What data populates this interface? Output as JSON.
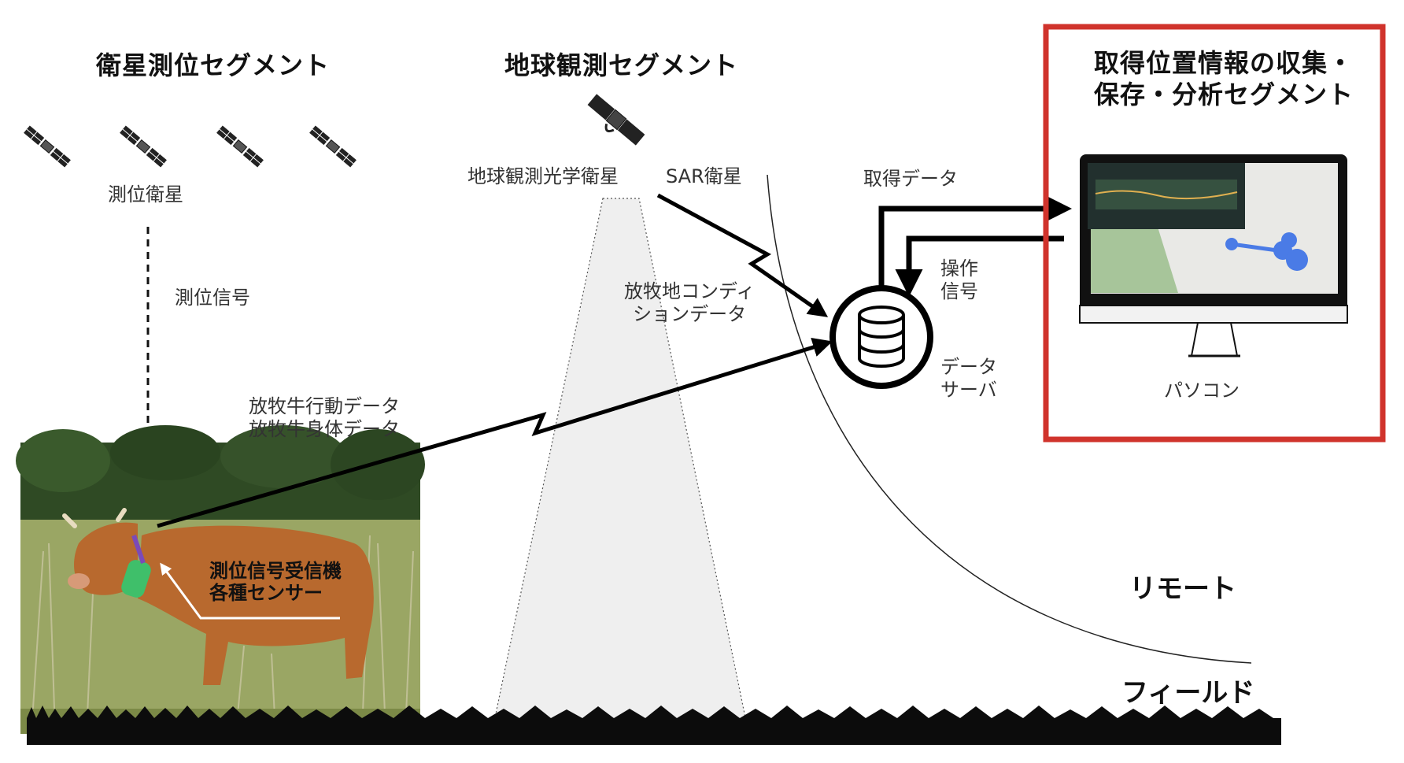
{
  "segments": {
    "positioning": "衛星測位セグメント",
    "observation": "地球観測セグメント",
    "analysis": "取得位置情報の収集・\n保存・分析セグメント"
  },
  "labels": {
    "positioning_satellites": "測位衛星",
    "positioning_signal": "測位信号",
    "optical_satellite": "地球観測光学衛星",
    "sar_satellite": "SAR衛星",
    "pasture_condition": "放牧地コンディ\nションデータ",
    "cattle_data": "放牧牛行動データ\n放牧牛身体データ",
    "receiver": "測位信号受信機\n各種センサー",
    "acquired_data": "取得データ",
    "control_signal": "操作\n信号",
    "data_server": "データ\nサーバ",
    "pc": "パソコン",
    "remote": "リモート",
    "field": "フィールド"
  },
  "colors": {
    "highlight_border": "#d0332c",
    "cow": "#b8692e",
    "grass": "#8a9a55",
    "trees": "#2f4a24",
    "beam": "#efefef",
    "screen_dark": "#22302e",
    "map_green": "#a7c59a",
    "track_blue": "#4a7be6"
  },
  "icons": [
    "satellite-icon",
    "database-icon",
    "monitor-icon"
  ]
}
